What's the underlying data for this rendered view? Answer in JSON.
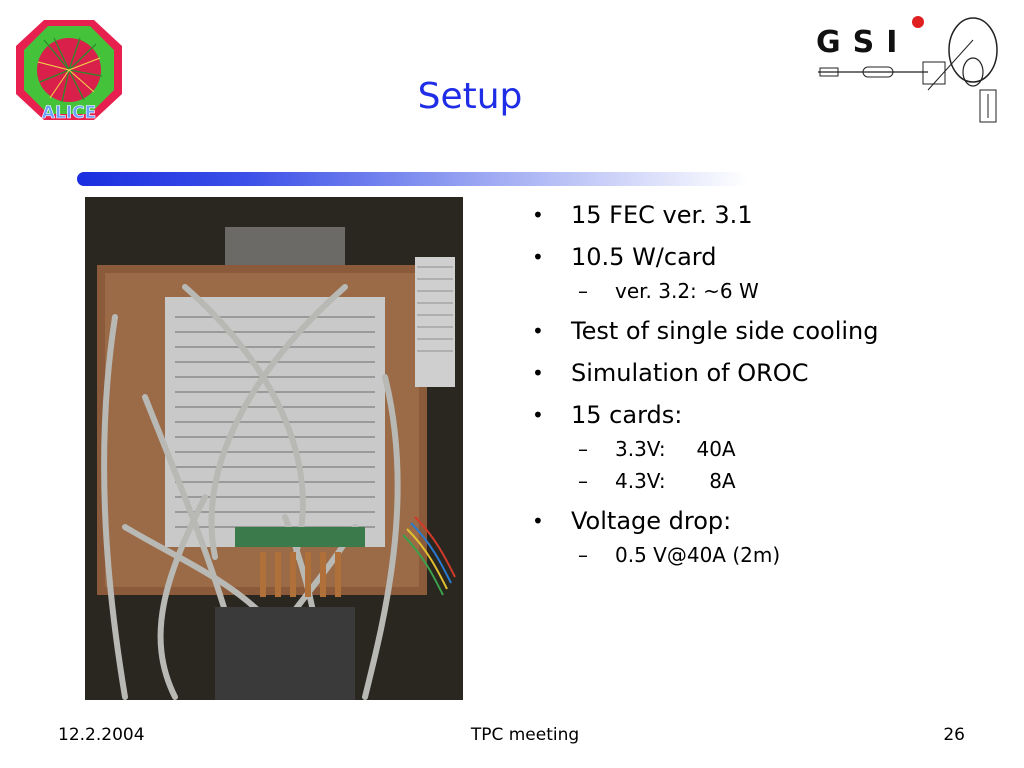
{
  "slide": {
    "title": "Setup",
    "bullets": [
      {
        "level": 1,
        "text": "15 FEC ver. 3.1"
      },
      {
        "level": 1,
        "text": "10.5 W/card"
      },
      {
        "level": 2,
        "text": "ver. 3.2: ~6 W"
      },
      {
        "level": 1,
        "text": "Test of single side cooling"
      },
      {
        "level": 1,
        "text": "Simulation of OROC"
      },
      {
        "level": 1,
        "text": "15 cards:"
      },
      {
        "level": 2,
        "label": "3.3V:",
        "value": "40A"
      },
      {
        "level": 2,
        "label": "4.3V:",
        "value": "8A"
      },
      {
        "level": 1,
        "text": "Voltage drop:"
      },
      {
        "level": 2,
        "text": "0.5 V@40A (2m)"
      }
    ]
  },
  "logos": {
    "alice": "ALICE",
    "gsi": "GSI"
  },
  "footer": {
    "date": "12.2.2004",
    "center": "TPC meeting",
    "page": "26"
  },
  "colors": {
    "title": "#1f2ee6",
    "rule_start": "#1b2ee0",
    "alice_octagon": "#e81e63",
    "alice_text": "#6aa3ff"
  }
}
